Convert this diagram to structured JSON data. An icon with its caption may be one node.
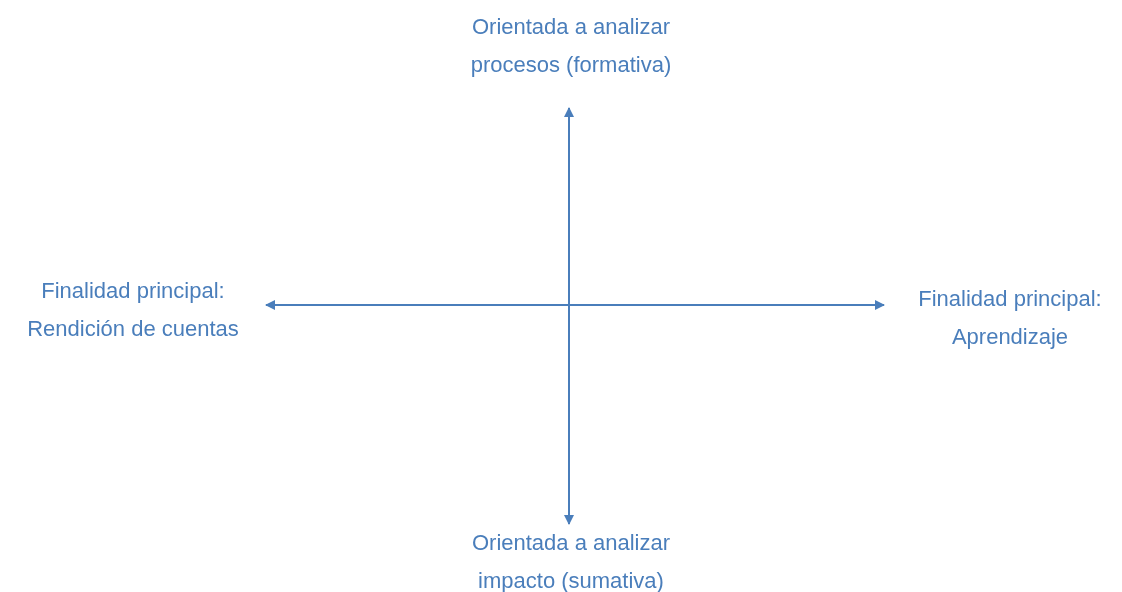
{
  "diagram": {
    "nodes": [
      {
        "text": [
          "Orientada a analizar procesos (formativa)"
        ]
      },
      {
        "text": [
          "Finalidad principal: Rendición de cuentas"
        ]
      },
      {
        "text": [
          "Finalidad principal: Aprendizaje"
        ]
      },
      {
        "text": [
          "Orientada a analizar impacto (sumativa)"
        ]
      }
    ],
    "edges": [
      {
        "from": 0,
        "to": 3,
        "arrow": "both"
      },
      {
        "from": 1,
        "to": 2,
        "arrow": "both"
      }
    ]
  }
}
